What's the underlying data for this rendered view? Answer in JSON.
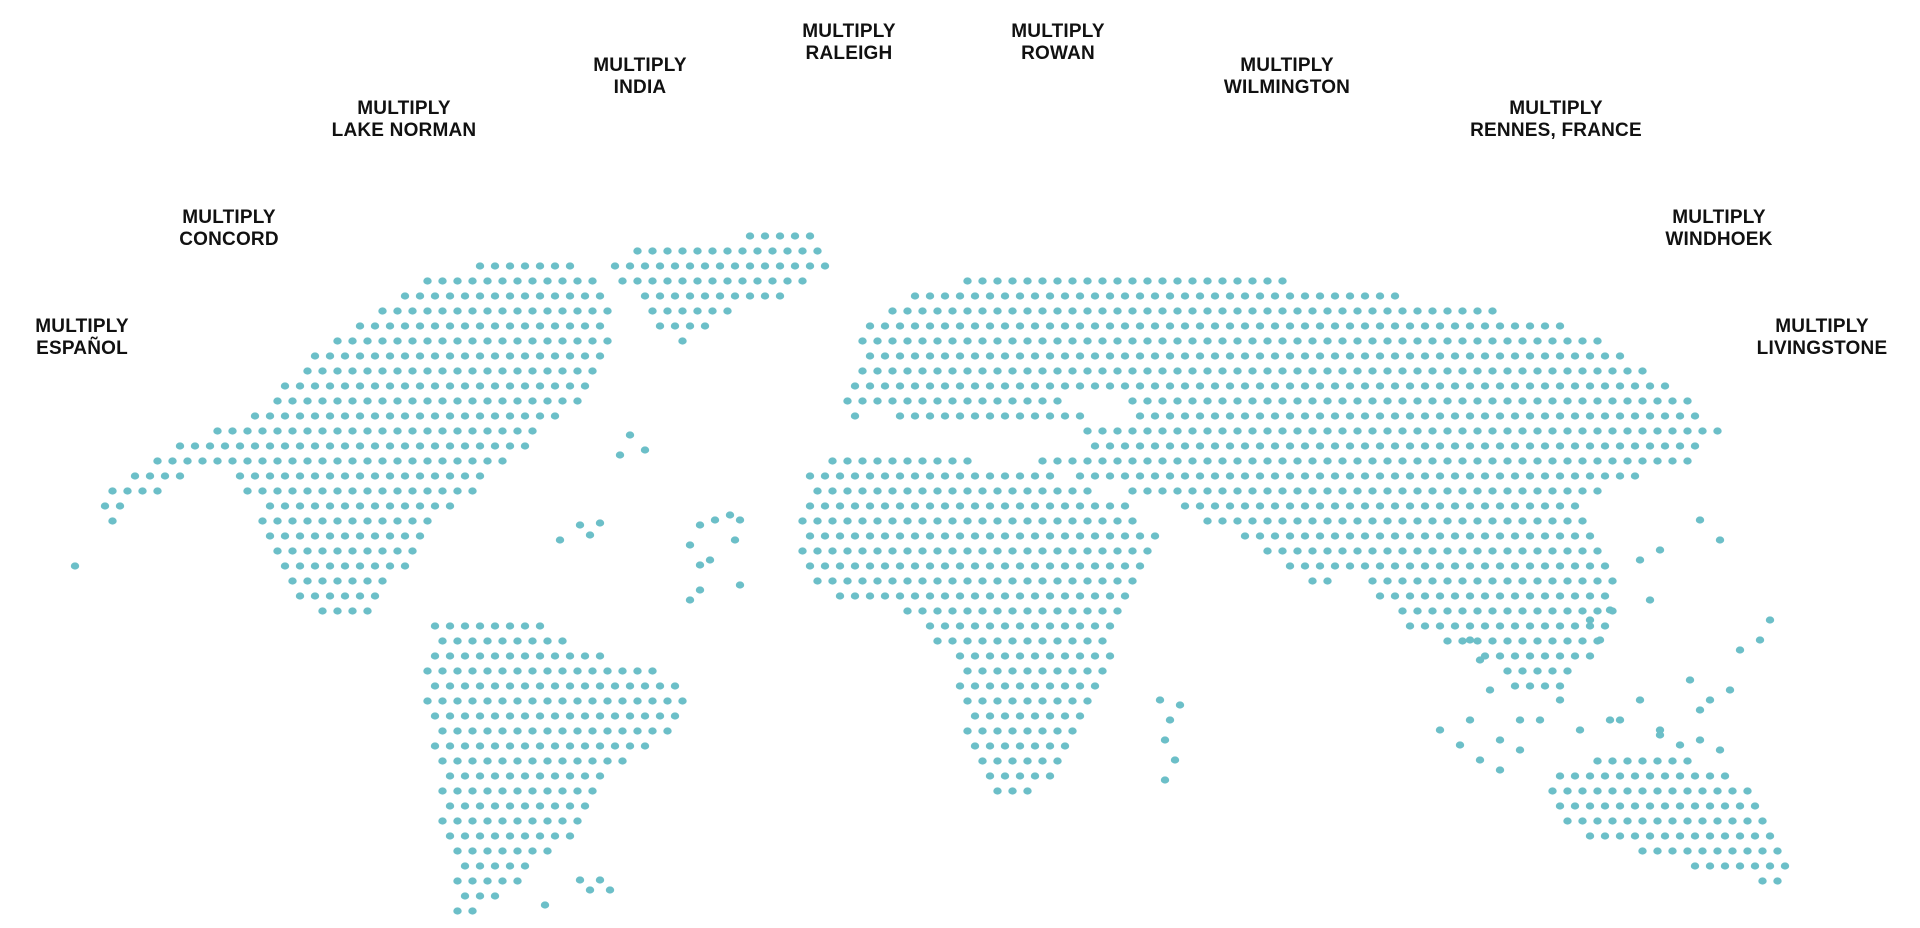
{
  "map": {
    "dot_color": "#6cbfc8",
    "label_color": "#111111"
  },
  "locations": [
    {
      "id": "espanol",
      "line1": "MULTIPLY",
      "line2": "ESPAÑOL"
    },
    {
      "id": "concord",
      "line1": "MULTIPLY",
      "line2": "CONCORD"
    },
    {
      "id": "lake-norman",
      "line1": "MULTIPLY",
      "line2": "LAKE NORMAN"
    },
    {
      "id": "india",
      "line1": "MULTIPLY",
      "line2": "INDIA"
    },
    {
      "id": "raleigh",
      "line1": "MULTIPLY",
      "line2": "RALEIGH"
    },
    {
      "id": "rowan",
      "line1": "MULTIPLY",
      "line2": "ROWAN"
    },
    {
      "id": "wilmington",
      "line1": "MULTIPLY",
      "line2": "WILMINGTON"
    },
    {
      "id": "rennes",
      "line1": "MULTIPLY",
      "line2": "RENNES, FRANCE"
    },
    {
      "id": "windhoek",
      "line1": "MULTIPLY",
      "line2": "WINDHOEK"
    },
    {
      "id": "livingstone",
      "line1": "MULTIPLY",
      "line2": "LIVINGSTONE"
    }
  ]
}
